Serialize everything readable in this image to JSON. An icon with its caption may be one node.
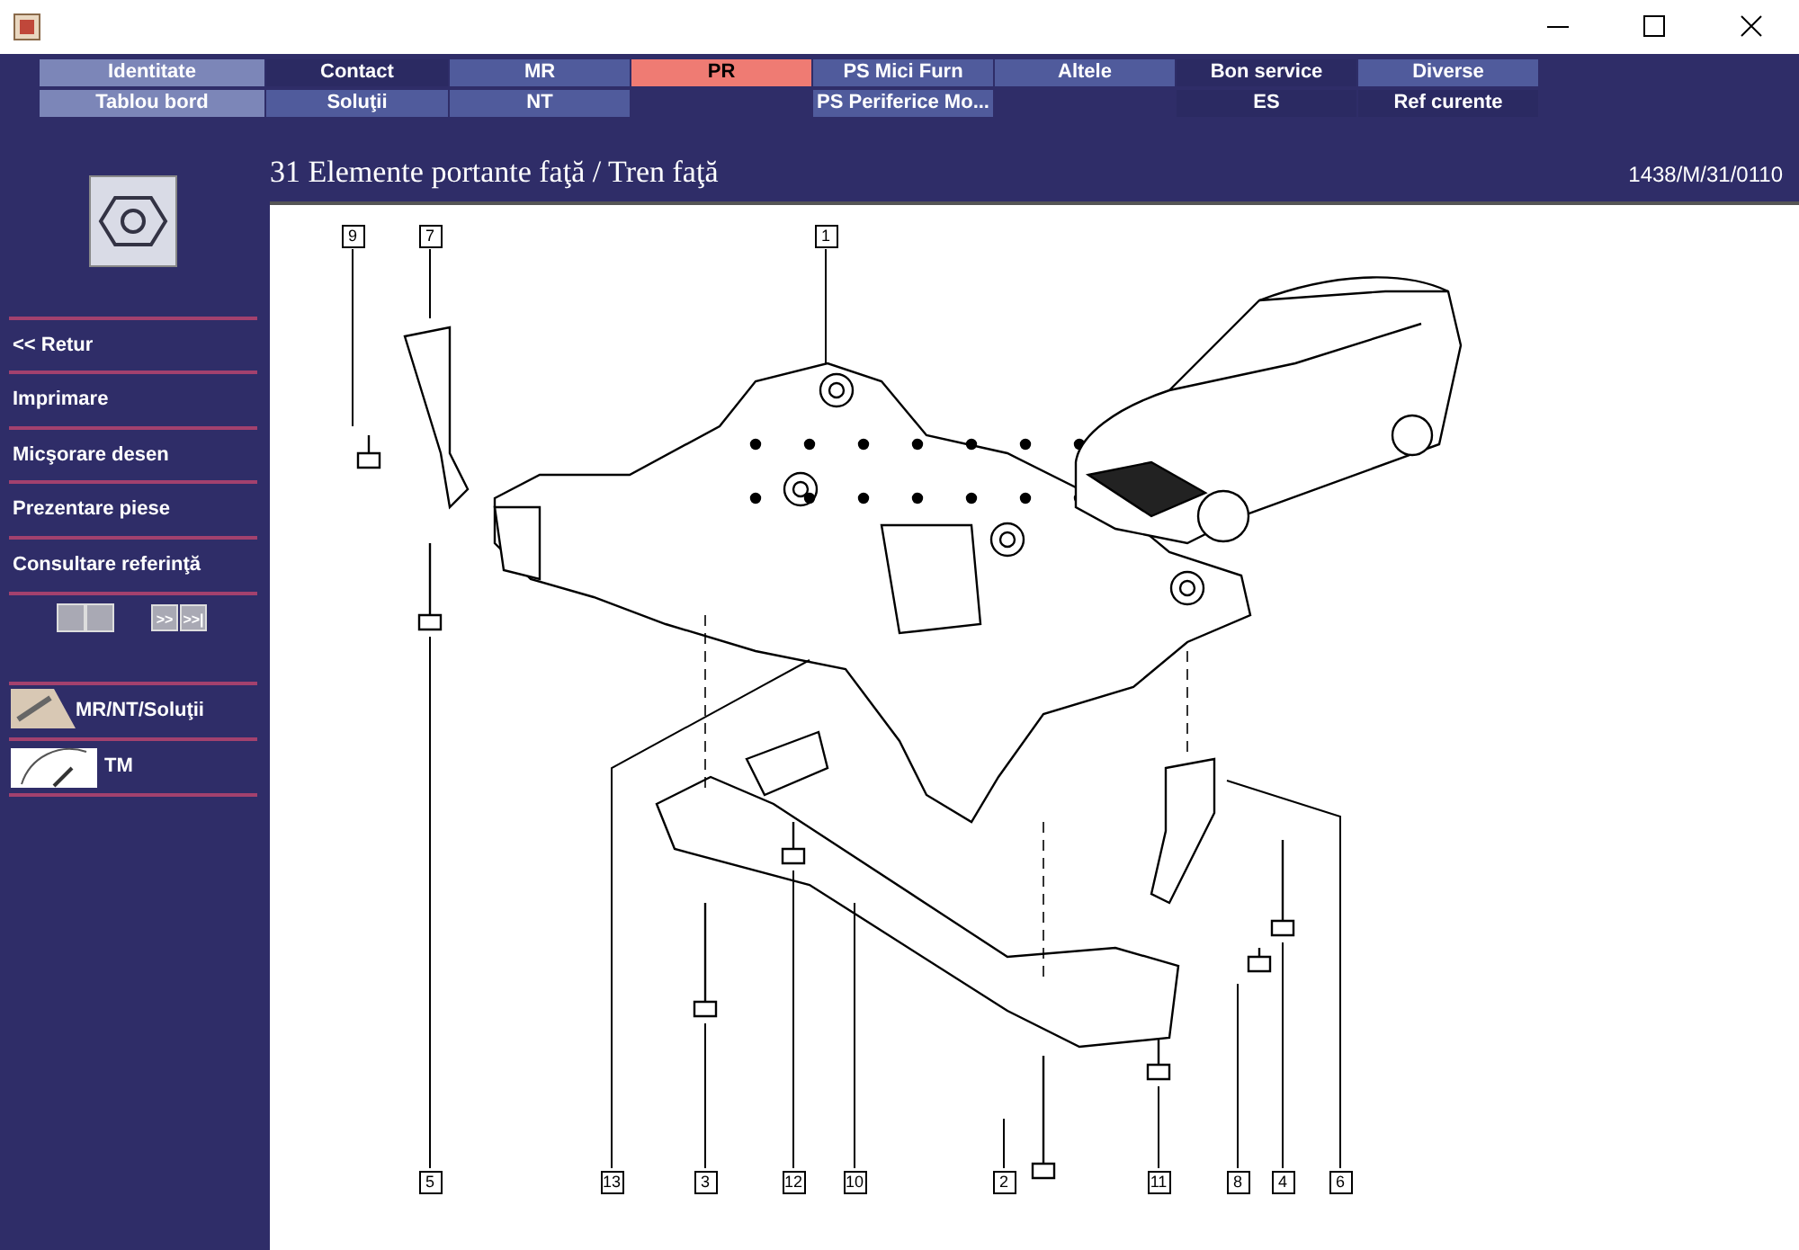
{
  "diagram": {
    "title": "31 Elemente portante faţă / Tren faţă",
    "nodes": [
      {
        "text": [
          "9"
        ]
      },
      {
        "text": [
          "7"
        ]
      },
      {
        "text": [
          "1"
        ]
      },
      {
        "text": [
          "5"
        ]
      },
      {
        "text": [
          "13"
        ]
      },
      {
        "text": [
          "3"
        ]
      },
      {
        "text": [
          "12"
        ]
      },
      {
        "text": [
          "10"
        ]
      },
      {
        "text": [
          "2"
        ]
      },
      {
        "text": [
          "11"
        ]
      },
      {
        "text": [
          "8"
        ]
      },
      {
        "text": [
          "4"
        ]
      },
      {
        "text": [
          "6"
        ]
      }
    ],
    "edges": [
      {
        "from": 0,
        "to": null,
        "arrow": "none"
      },
      {
        "from": 1,
        "to": null,
        "arrow": "none"
      },
      {
        "from": 2,
        "to": null,
        "arrow": "none"
      },
      {
        "from": 3,
        "to": null,
        "arrow": "none"
      },
      {
        "from": 4,
        "to": null,
        "arrow": "none"
      },
      {
        "from": 5,
        "to": null,
        "arrow": "none"
      },
      {
        "from": 6,
        "to": null,
        "arrow": "none"
      },
      {
        "from": 7,
        "to": null,
        "arrow": "none"
      },
      {
        "from": 8,
        "to": null,
        "arrow": "none"
      },
      {
        "from": 9,
        "to": null,
        "arrow": "none"
      },
      {
        "from": 10,
        "to": null,
        "arrow": "none"
      },
      {
        "from": 11,
        "to": null,
        "arrow": "none"
      },
      {
        "from": 12,
        "to": null,
        "arrow": "none"
      }
    ],
    "labels": [
      "Identitate",
      "Contact",
      "MR",
      "PR",
      "PS Mici Furn",
      "Altele",
      "Bon service",
      "Diverse",
      "Tablou bord",
      "Soluţii",
      "NT",
      "PS Periferice Mo...",
      "ES",
      "Ref curente",
      "1438/M/31/0110",
      "<< Retur",
      "Imprimare",
      "Micşorare desen",
      "Prezentare piese",
      "Consultare referinţă",
      ">>",
      ">>|",
      "MR/NT/Soluţii",
      "TM"
    ]
  }
}
